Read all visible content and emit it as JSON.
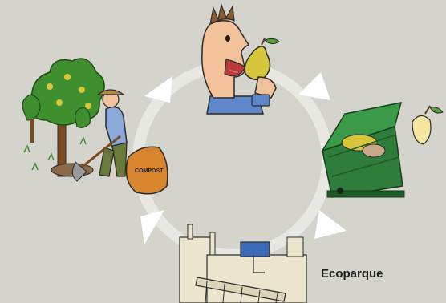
{
  "diagram": {
    "stages": [
      {
        "id": "eating",
        "label": ""
      },
      {
        "id": "waste-bin",
        "label": ""
      },
      {
        "id": "ecoparque",
        "label": "Ecoparque"
      },
      {
        "id": "composting",
        "label": ""
      }
    ],
    "compost_bag_text": "COMPOST",
    "colors": {
      "background": "#d4d4cc",
      "cycle_ring": "#e8e8e2",
      "bin_green": "#2e7d3a",
      "pear_yellow": "#d8c63a",
      "bag_orange": "#d9852e",
      "tree_green": "#3f8f2f"
    }
  }
}
